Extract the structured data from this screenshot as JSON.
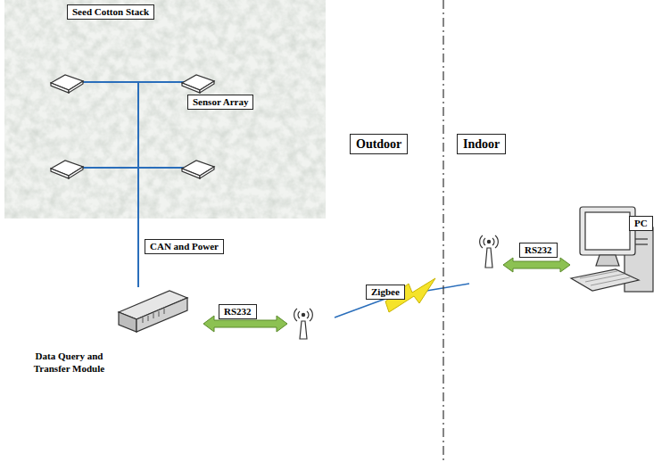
{
  "diagram": {
    "nodes": [
      {
        "text": [
          "Seed Cotton Stack"
        ]
      },
      {
        "text": [
          "Sensor Array"
        ],
        "in": 0
      },
      {
        "text": [
          "Data Query and Transfer Module"
        ]
      },
      {
        "text": [
          "PC"
        ]
      }
    ],
    "edges": [
      {
        "from": 1,
        "to": 2,
        "arrow": "none"
      }
    ],
    "labels": [
      "CAN and Power",
      "RS232",
      "Zigbee",
      "Outdoor",
      "Indoor",
      "RS232"
    ]
  }
}
